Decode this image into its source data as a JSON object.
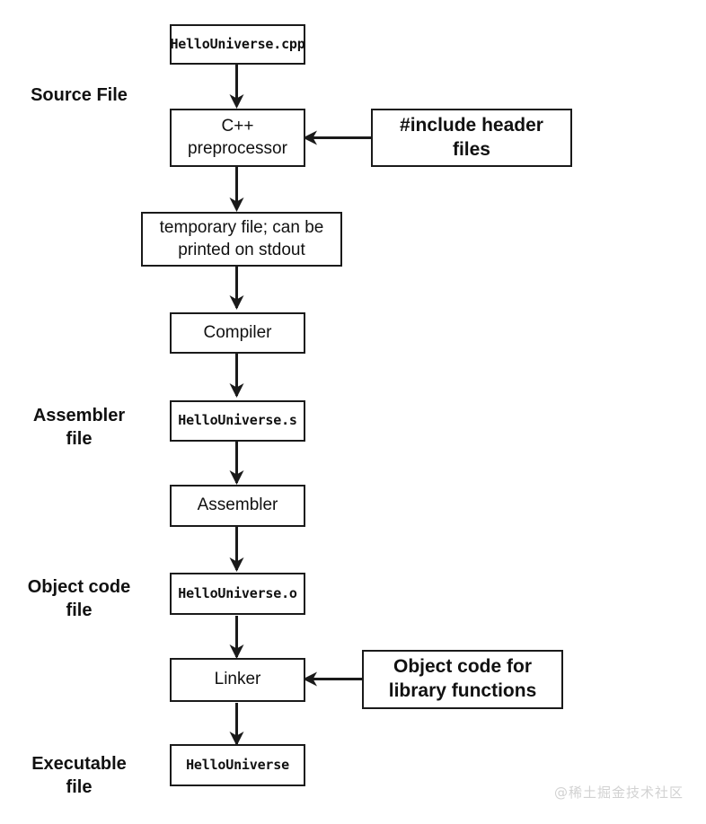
{
  "diagram": {
    "title": "C++ compilation pipeline",
    "line_color": "#1a1a1a",
    "box_fill": "#ffffff",
    "background": "#ffffff",
    "watermark": "@稀土掘金技术社区",
    "watermark_color": "#d2d2d2"
  },
  "stage_labels": [
    {
      "id": "source-file",
      "text": "Source File"
    },
    {
      "id": "assembler-file",
      "text": "Assembler\nfile"
    },
    {
      "id": "object-code-file",
      "text": "Object code\nfile"
    },
    {
      "id": "executable-file",
      "text": "Executable\nfile"
    }
  ],
  "nodes": [
    {
      "id": "hellouniverse-cpp",
      "text": "HelloUniverse.cpp",
      "style": "mono"
    },
    {
      "id": "cpp-preprocessor",
      "text": "C++\npreprocessor",
      "style": "plain"
    },
    {
      "id": "include-header-files",
      "text": "#include header\nfiles",
      "style": "strong"
    },
    {
      "id": "temporary-file",
      "text": "temporary file; can be\nprinted on stdout",
      "style": "plain"
    },
    {
      "id": "compiler",
      "text": "Compiler",
      "style": "plain"
    },
    {
      "id": "hellouniverse-s",
      "text": "HelloUniverse.s",
      "style": "mono"
    },
    {
      "id": "assembler",
      "text": "Assembler",
      "style": "plain"
    },
    {
      "id": "hellouniverse-o",
      "text": "HelloUniverse.o",
      "style": "mono"
    },
    {
      "id": "linker",
      "text": "Linker",
      "style": "plain"
    },
    {
      "id": "object-code-library",
      "text": "Object code for\nlibrary functions",
      "style": "strong"
    },
    {
      "id": "hellouniverse",
      "text": "HelloUniverse",
      "style": "mono"
    }
  ],
  "edges": [
    {
      "id": "cpp-to-preprocessor",
      "direction": "down"
    },
    {
      "id": "preprocessor-to-temp",
      "direction": "down"
    },
    {
      "id": "temp-to-compiler",
      "direction": "down"
    },
    {
      "id": "compiler-to-asm-file",
      "direction": "down"
    },
    {
      "id": "asm-file-to-assembler",
      "direction": "down"
    },
    {
      "id": "assembler-to-obj-file",
      "direction": "down"
    },
    {
      "id": "obj-file-to-linker",
      "direction": "down"
    },
    {
      "id": "linker-to-executable",
      "direction": "down"
    },
    {
      "id": "headers-to-preprocessor",
      "direction": "left"
    },
    {
      "id": "library-to-linker",
      "direction": "left"
    }
  ]
}
